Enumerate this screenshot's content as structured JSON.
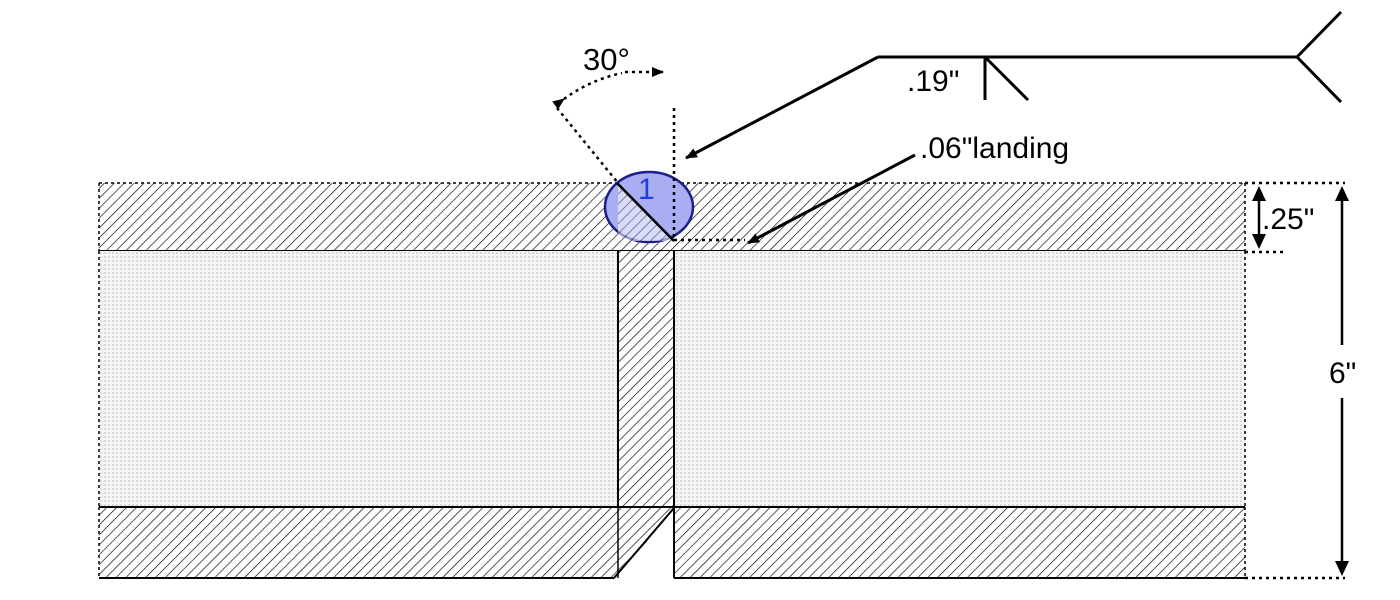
{
  "diagram": {
    "angle_label": "30°",
    "weld_size_label": ".19\"",
    "landing_label": ".06\"landing",
    "plate_thickness_label": ".25\"",
    "total_height_label": "6\"",
    "weld_pass_number": "1",
    "colors": {
      "line": "#000000",
      "weld_fill": "#a9aef2",
      "weld_outline": "#1c1f8a",
      "weld_number": "#1f3fe0",
      "dot_fill": "#f3f3f3",
      "dot_color": "#9a9a9a"
    },
    "icons": [
      "weld-symbol-fillet-icon",
      "weld-symbol-tail-icon",
      "arrow-icon"
    ]
  }
}
